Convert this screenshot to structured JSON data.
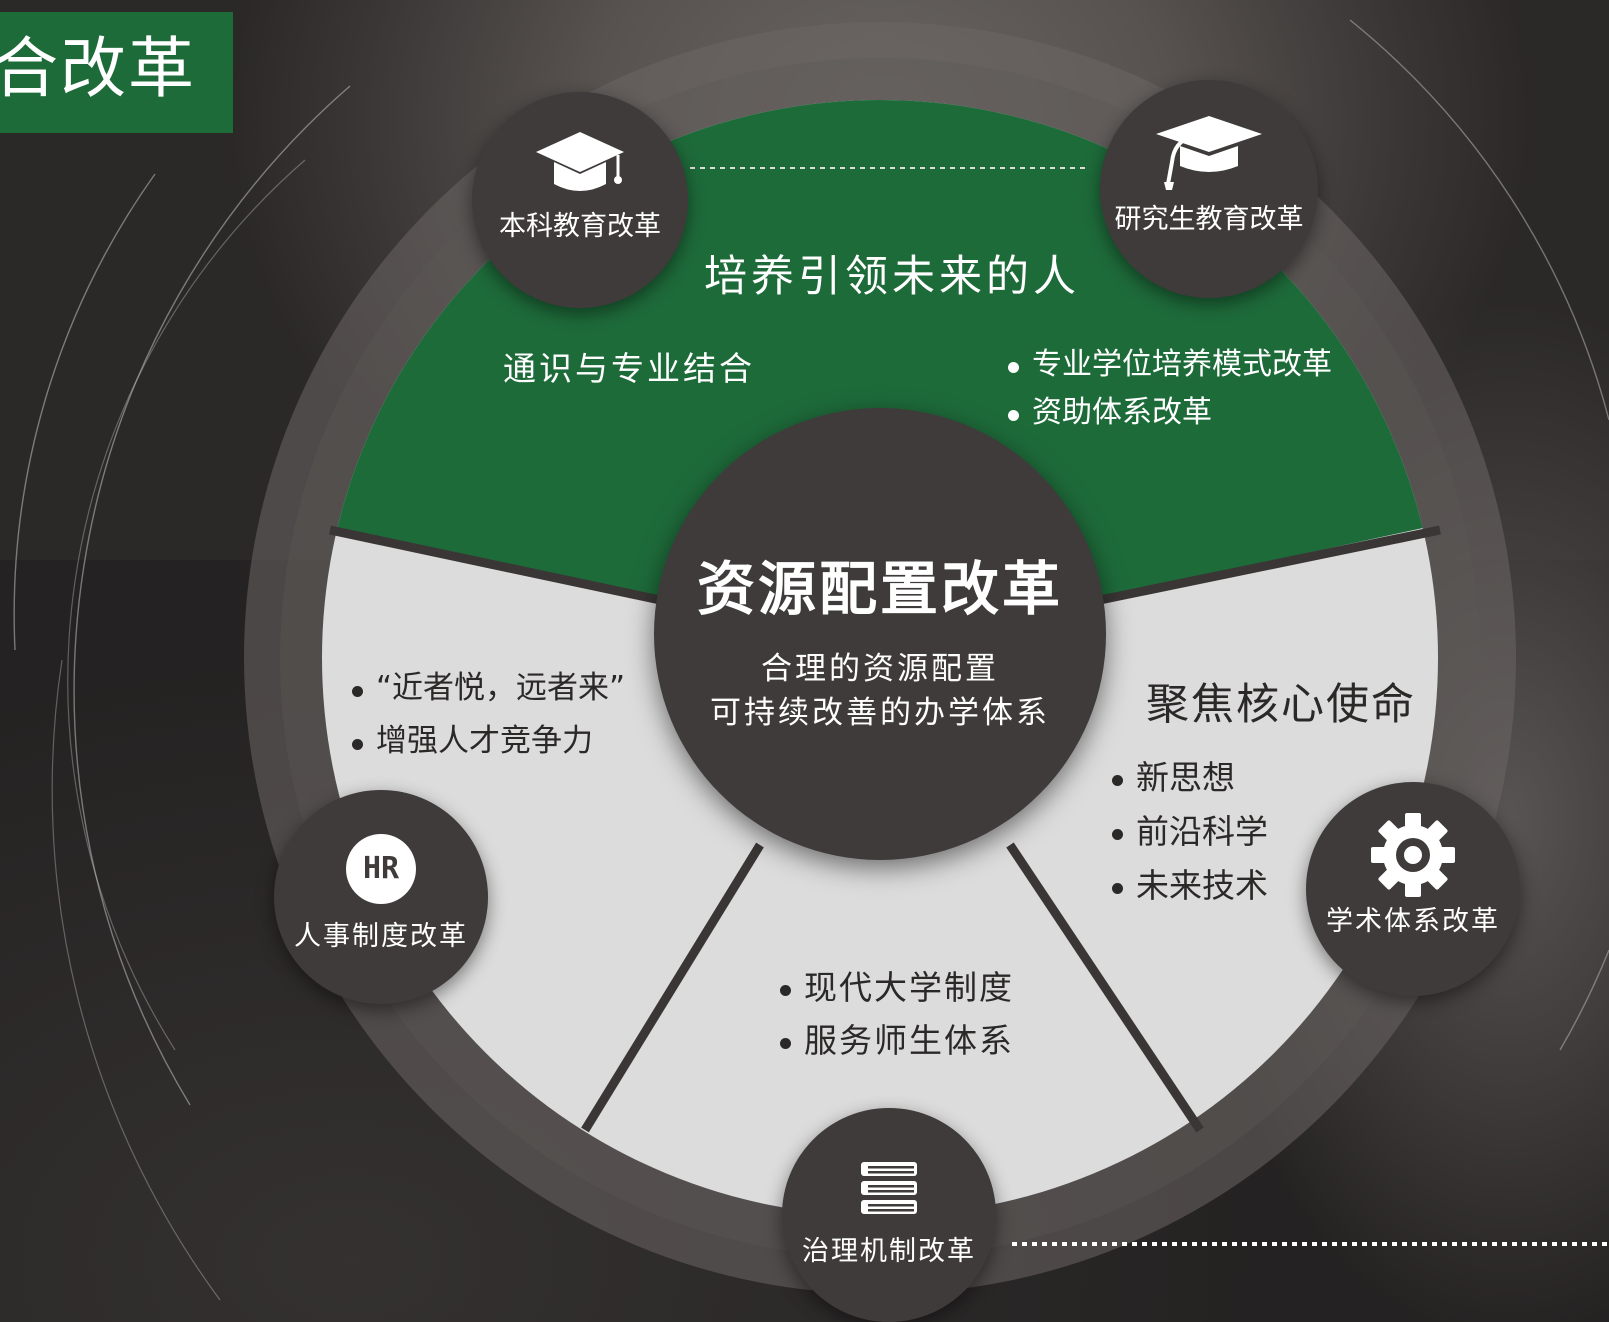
{
  "title": "合改革",
  "center": {
    "title": "资源配置改革",
    "line1": "合理的资源配置",
    "line2": "可持续改善的办学体系"
  },
  "segments": {
    "top": {
      "heading": "培养引领未来的人",
      "left_text": "通识与专业结合",
      "right_bullets": [
        "专业学位培养模式改革",
        "资助体系改革"
      ]
    },
    "left": {
      "bullets": [
        "“近者悦，远者来”",
        "增强人才竞争力"
      ]
    },
    "bottom": {
      "bullets": [
        "现代大学制度",
        "服务师生体系"
      ]
    },
    "right": {
      "heading": "聚焦核心使命",
      "bullets": [
        "新思想",
        "前沿科学",
        "未来技术"
      ]
    }
  },
  "badges": {
    "undergrad": {
      "label": "本科教育改革",
      "icon": "graduation-cap-icon"
    },
    "graduate": {
      "label": "研究生教育改革",
      "icon": "mortarboard-outline-icon"
    },
    "hr": {
      "label": "人事制度改革",
      "icon": "hr-icon",
      "icon_text": "HR"
    },
    "governance": {
      "label": "治理机制改革",
      "icon": "book-stack-icon"
    },
    "academic": {
      "label": "学术体系改革",
      "icon": "gear-icon"
    }
  },
  "colors": {
    "green": "#1e6b3a",
    "light_segment": "#dcdcdc",
    "dark_circle": "#3f3b3a",
    "white": "#ffffff"
  }
}
